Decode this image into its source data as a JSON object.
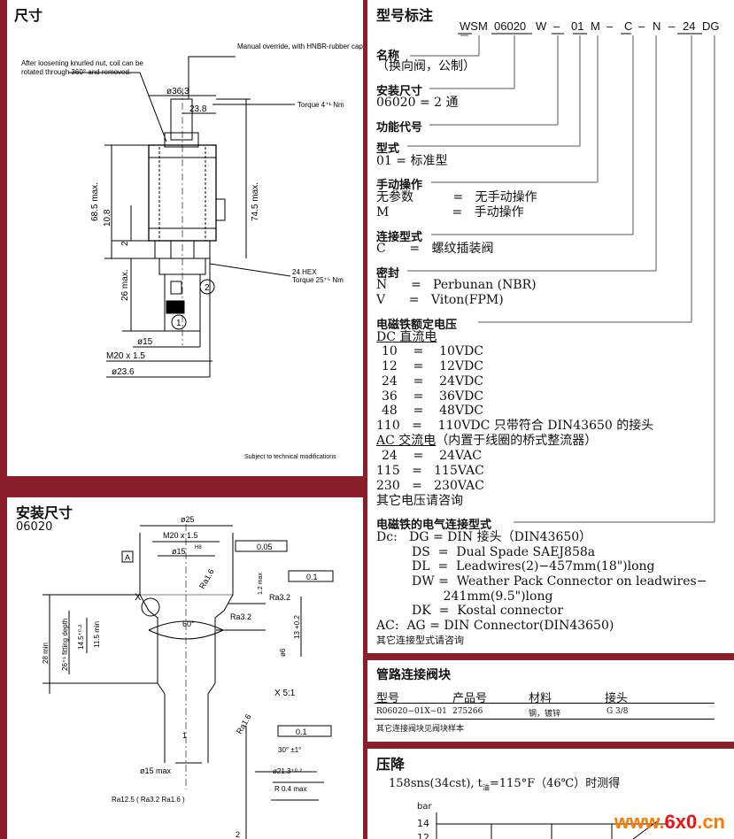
{
  "dimensions": {
    "title": "尺寸",
    "annotations": {
      "override": "Manual override, with HNBR-rubber cap",
      "override_l2": "rubber cap",
      "coil": "After loosening knurled nut, coil can be",
      "coil_l2": "rotated through 360° and removed.",
      "torque1": "Torque 4⁺¹ Nm",
      "hex": "24 HEX",
      "torque2": "Torque 25⁺⁵ Nm",
      "d363": "ø36.3",
      "d238": "23.8",
      "d685": "68.5 max.",
      "d745": "74.5 max.",
      "d108": "10.8",
      "d2": "2",
      "d26": "26 max.",
      "d15": "ø15",
      "m20": "M20 x 1.5",
      "d236": "ø23.6",
      "n1": "1",
      "n2": "2",
      "note": "Subject to technical modifications"
    }
  },
  "installation": {
    "title": "安装尺寸",
    "code": "06020",
    "annotations": {
      "d25": "ø25",
      "m20": "M20 x 1.5",
      "d15": "ø15",
      "h8": "H8",
      "tol1": "0.05",
      "refA": "A",
      "tol2": "0.1",
      "ra16a": "Ra1.6",
      "ra32a": "Ra3.2",
      "ra32b": "Ra3.2",
      "angle": "60°",
      "x": "X",
      "d145": "14.5⁺⁰·²",
      "d115": "11.5 min",
      "d28": "28 min",
      "d26": "26⁺¹ fitting depth",
      "d13": "13 +0.2",
      "d6": "ø6",
      "d12": "1.2 max",
      "scale": "X 5:1",
      "n1": "1",
      "tol3": "0.1",
      "ra16b": "Ra1.6",
      "d30": "30° ±1°",
      "d213": "ø21.3⁺⁰·²",
      "r04": "R 0.4 max",
      "d15max": "ø15 max",
      "rough": "Ra12.5 ( Ra3.2  Ra1.6 )",
      "n2": "2"
    }
  },
  "model_code": {
    "title": "型号标注",
    "parts": [
      "WSM",
      "06020",
      "W",
      "–",
      "01",
      "M",
      "–",
      "C",
      "–",
      "N",
      "–",
      "24",
      "DG"
    ],
    "sections": {
      "name": {
        "label": "名称",
        "line1": "（换向阀，公制）"
      },
      "size": {
        "label": "安装尺寸",
        "line1": "06020 =  2 通"
      },
      "func": {
        "label": "功能代号"
      },
      "type": {
        "label": "型式",
        "line1": "01     =   标准型"
      },
      "manual": {
        "label": "手动操作",
        "line1": "无参数          =   无手动操作",
        "line2": "M                =   手动操作"
      },
      "conn": {
        "label": "连接型式",
        "line1": "C      =   螺纹插装阀"
      },
      "seal": {
        "label": "密封",
        "line1": "N      =   Perbunan (NBR)",
        "line2": "V      =   Viton(FPM)"
      },
      "voltage": {
        "label": "电磁铁额定电压",
        "dc_header": "DC  直流电",
        "dc_rows": [
          "10    =    10VDC",
          "12    =    12VDC",
          "24    =    24VDC",
          "36    =    36VDC",
          "48    =    48VDC",
          "110   =    110VDC 只带符合 DIN43650 的接头"
        ],
        "ac_header": "AC 交流电",
        "ac_note": "（内置于线圈的桥式整流器）",
        "ac_rows": [
          "24    =    24VAC",
          "115   =   115VAC",
          "230   =   230VAC"
        ],
        "other": "其它电压请咨询"
      },
      "elec": {
        "label": "电磁铁的电气连接型式",
        "rows": [
          "Dc:   DG = DIN 接头（DIN43650）",
          "         DS  =  Dual Spade SAEJ858a",
          "         DL  =  Leadwires(2)−457mm(18\")long",
          "         DW =  Weather Pack Connector on leadwires−",
          "                 241mm(9.5\")long",
          "         DK  =  Kostal connector",
          "AC:  AG = DIN Connector(DIN43650)"
        ],
        "other": "其它连接型式请咨询"
      }
    }
  },
  "manifold": {
    "title": "管路连接阀块",
    "headers": [
      "型号",
      "产品号",
      "材料",
      "接头"
    ],
    "row": [
      "R06020−01X−01",
      "275266",
      "钢，镀锌",
      "G 3/8"
    ],
    "note": "其它连接阀块见阀块样本"
  },
  "pressure_drop": {
    "title": "压降",
    "condition": "158sns(34cst), t",
    "cond_sub": "油",
    "cond_rest": "=115°F（46℃）时测得",
    "y_unit": "bar",
    "y_ticks": [
      "14",
      "12"
    ]
  },
  "watermark": {
    "pre": "www.",
    "mid": "6x0",
    "post": ".cn"
  }
}
